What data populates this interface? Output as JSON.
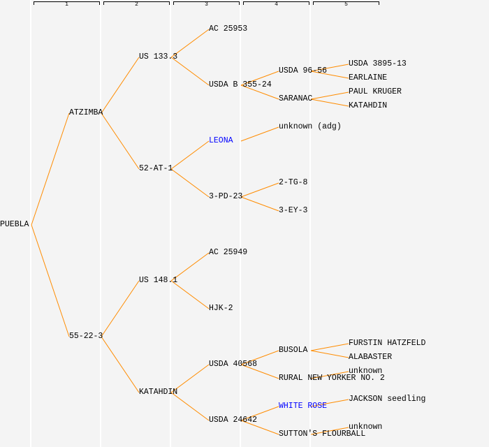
{
  "colors": {
    "line": "#ff8c00",
    "highlight": "#0000ff",
    "background": "#f4f4f4"
  },
  "generations": [
    "1",
    "2",
    "3",
    "4",
    "5"
  ],
  "tree": {
    "label": "PUEBLA",
    "children": [
      {
        "label": "ATZIMBA",
        "children": [
          {
            "label": "US 133.3",
            "children": [
              {
                "label": "AC 25953"
              },
              {
                "label": "USDA B 355-24",
                "children": [
                  {
                    "label": "USDA 96-56",
                    "children": [
                      {
                        "label": "USDA 3895-13"
                      },
                      {
                        "label": "EARLAINE"
                      }
                    ]
                  },
                  {
                    "label": "SARANAC",
                    "children": [
                      {
                        "label": "PAUL KRUGER"
                      },
                      {
                        "label": "KATAHDIN"
                      }
                    ]
                  }
                ]
              }
            ]
          },
          {
            "label": "52-AT-1",
            "children": [
              {
                "label": "LEONA",
                "highlight": true,
                "children": [
                  {
                    "label": "unknown (adg)"
                  }
                ]
              },
              {
                "label": "3-PD-23",
                "children": [
                  {
                    "label": "2-TG-8"
                  },
                  {
                    "label": "3-EY-3"
                  }
                ]
              }
            ]
          }
        ]
      },
      {
        "label": "55-22-3",
        "children": [
          {
            "label": "US 148.1",
            "children": [
              {
                "label": "AC 25949"
              },
              {
                "label": "HJK-2"
              }
            ]
          },
          {
            "label": "KATAHDIN",
            "children": [
              {
                "label": "USDA 40568",
                "children": [
                  {
                    "label": "BUSOLA",
                    "children": [
                      {
                        "label": "FURSTIN HATZFELD"
                      },
                      {
                        "label": "ALABASTER"
                      }
                    ]
                  },
                  {
                    "label": "RURAL NEW YORKER NO. 2",
                    "children": [
                      {
                        "label": "unknown"
                      }
                    ]
                  }
                ]
              },
              {
                "label": "USDA 24642",
                "children": [
                  {
                    "label": "WHITE ROSE",
                    "highlight": true,
                    "children": [
                      {
                        "label": "JACKSON seedling"
                      }
                    ]
                  },
                  {
                    "label": "SUTTON'S FLOURBALL",
                    "children": [
                      {
                        "label": "unknown"
                      }
                    ]
                  }
                ]
              }
            ]
          }
        ]
      }
    ]
  }
}
